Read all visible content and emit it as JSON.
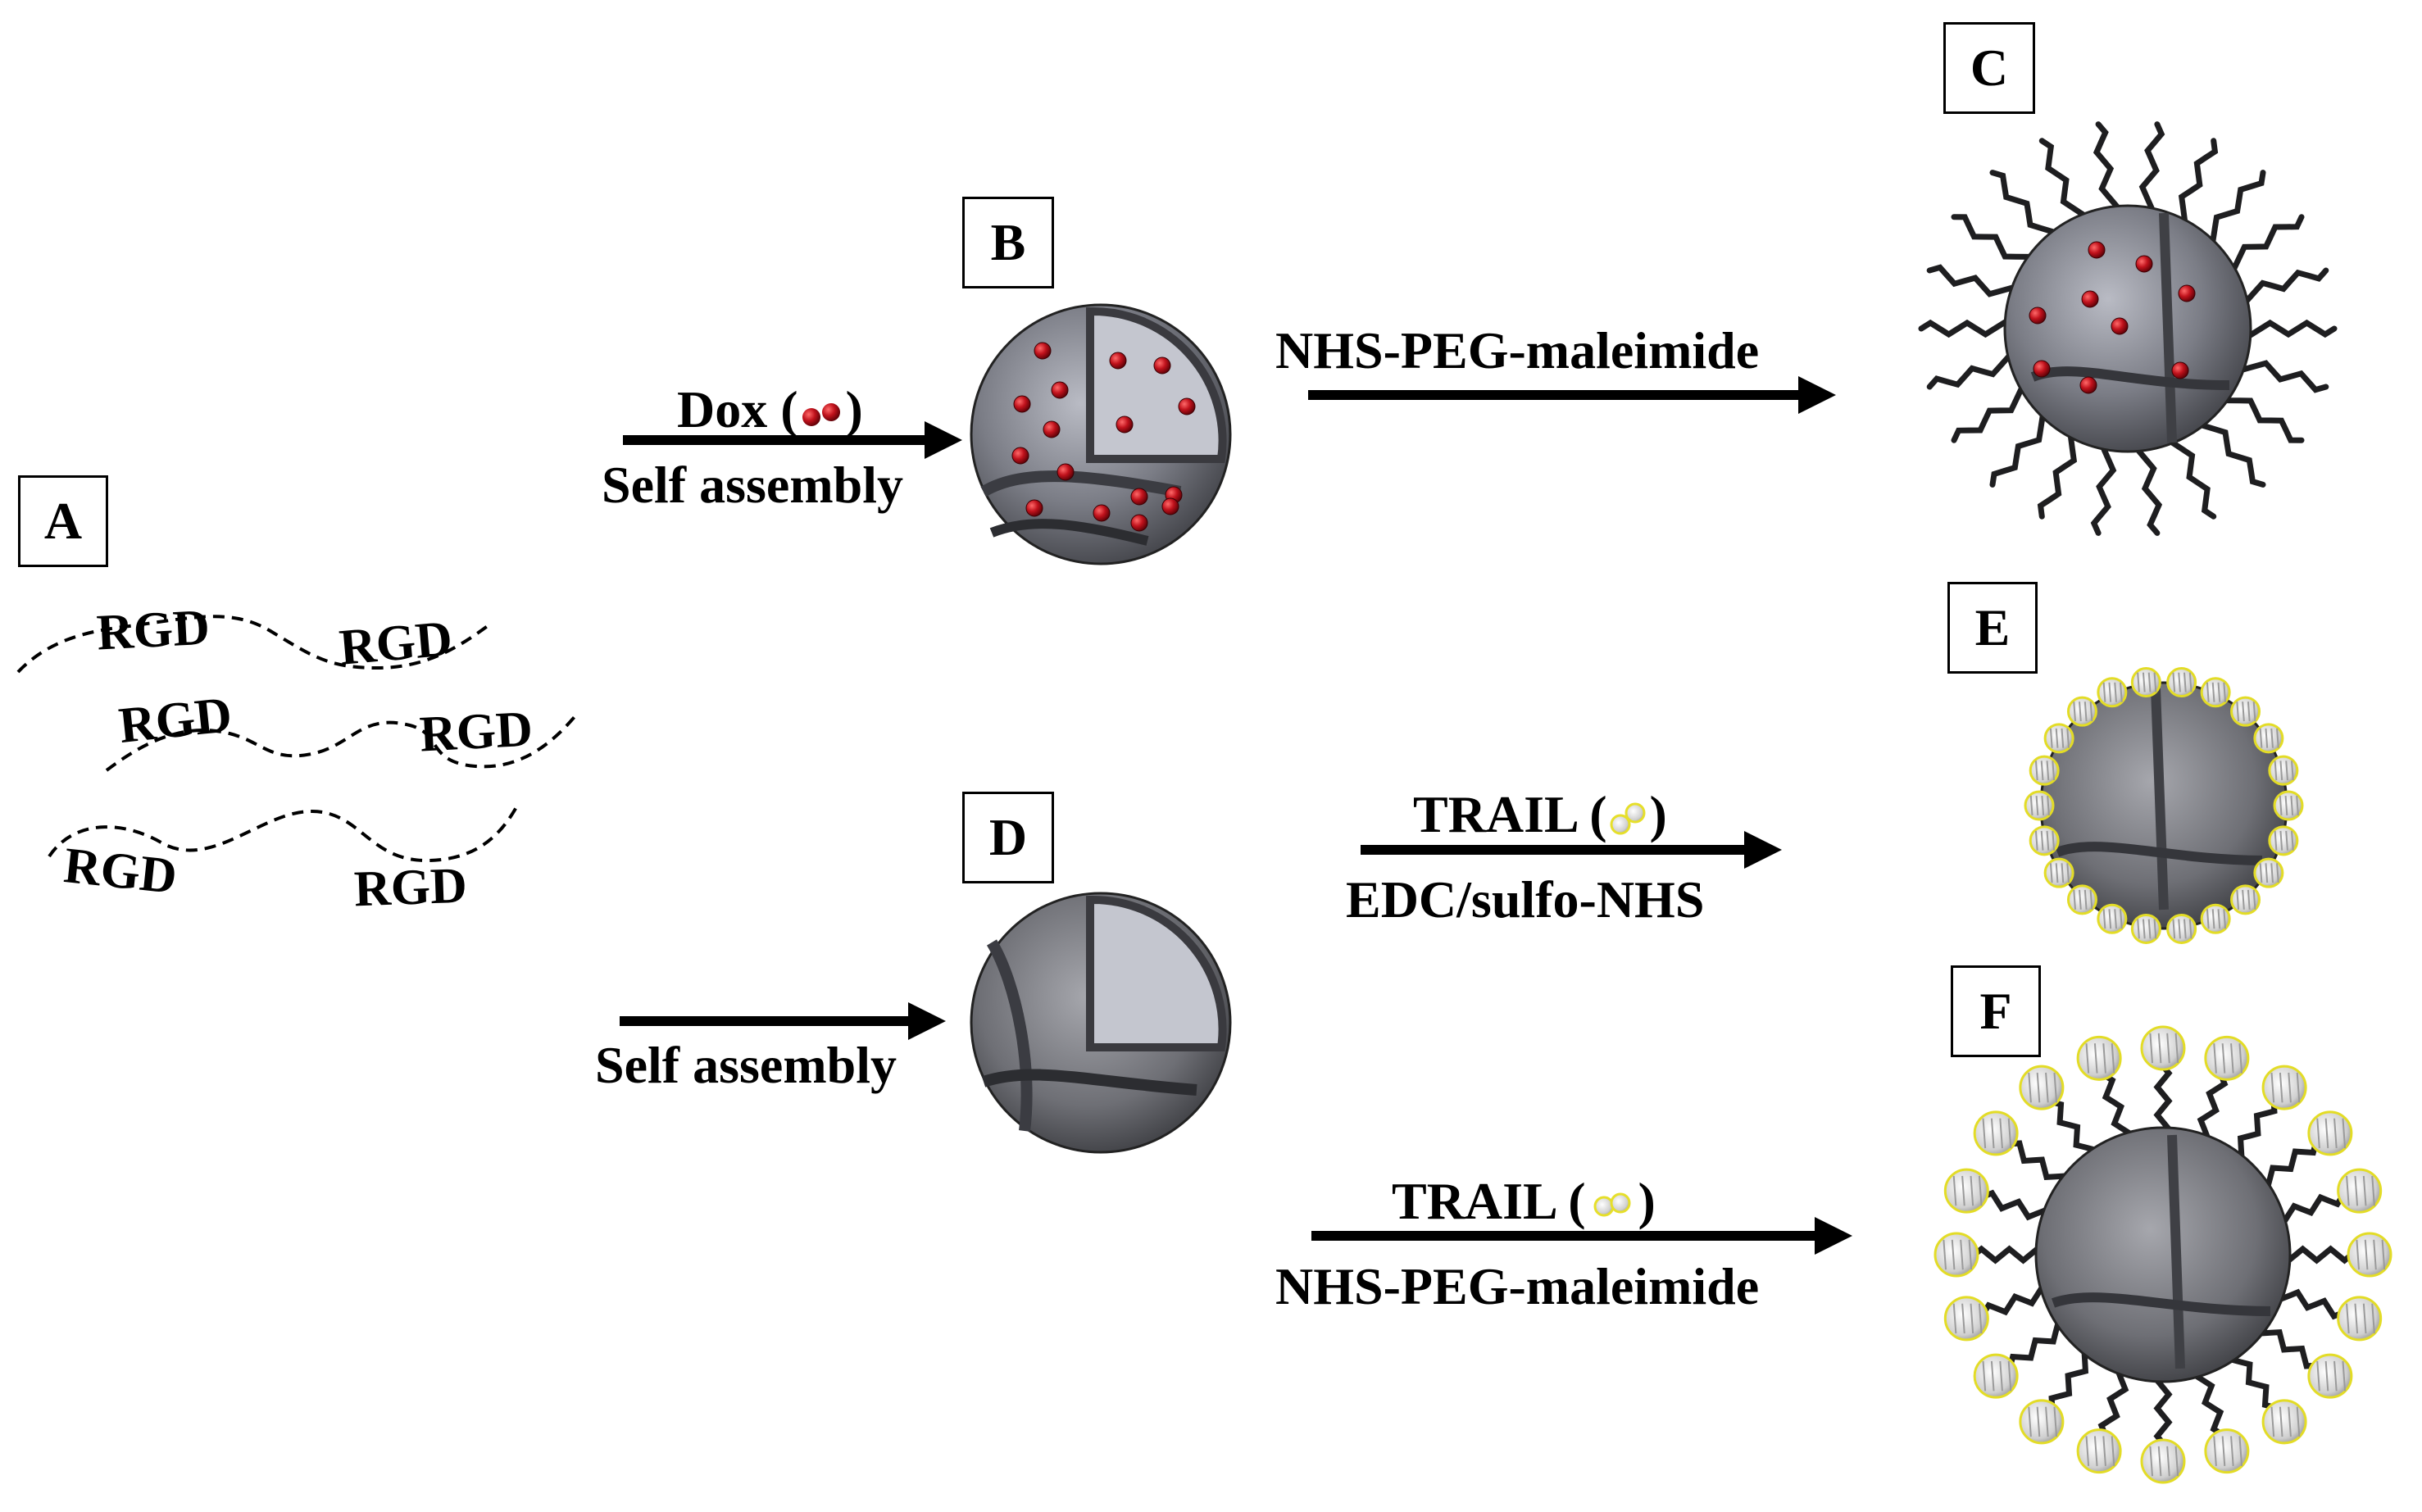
{
  "labels": {
    "a": "A",
    "b": "B",
    "c": "C",
    "d": "D",
    "e": "E",
    "f": "F"
  },
  "polymer": {
    "peptide": "RGD"
  },
  "steps": {
    "dox_label": "Dox (",
    "dox_close": ")",
    "self_assembly_1": "Self assembly",
    "peg_1": "NHS-PEG-maleimide",
    "self_assembly_2": "Self assembly",
    "trail_1": "TRAIL (",
    "trail_1_close": ")",
    "edc": "EDC/sulfo-NHS",
    "trail_2": "TRAIL (",
    "trail_2_close": ")",
    "peg_2": "NHS-PEG-maleimide"
  },
  "colors": {
    "drug": "#c0121c",
    "protein": "#f2ef3c",
    "sphere_dark": "#2e2e33",
    "sphere_light": "#c7c9d3"
  }
}
